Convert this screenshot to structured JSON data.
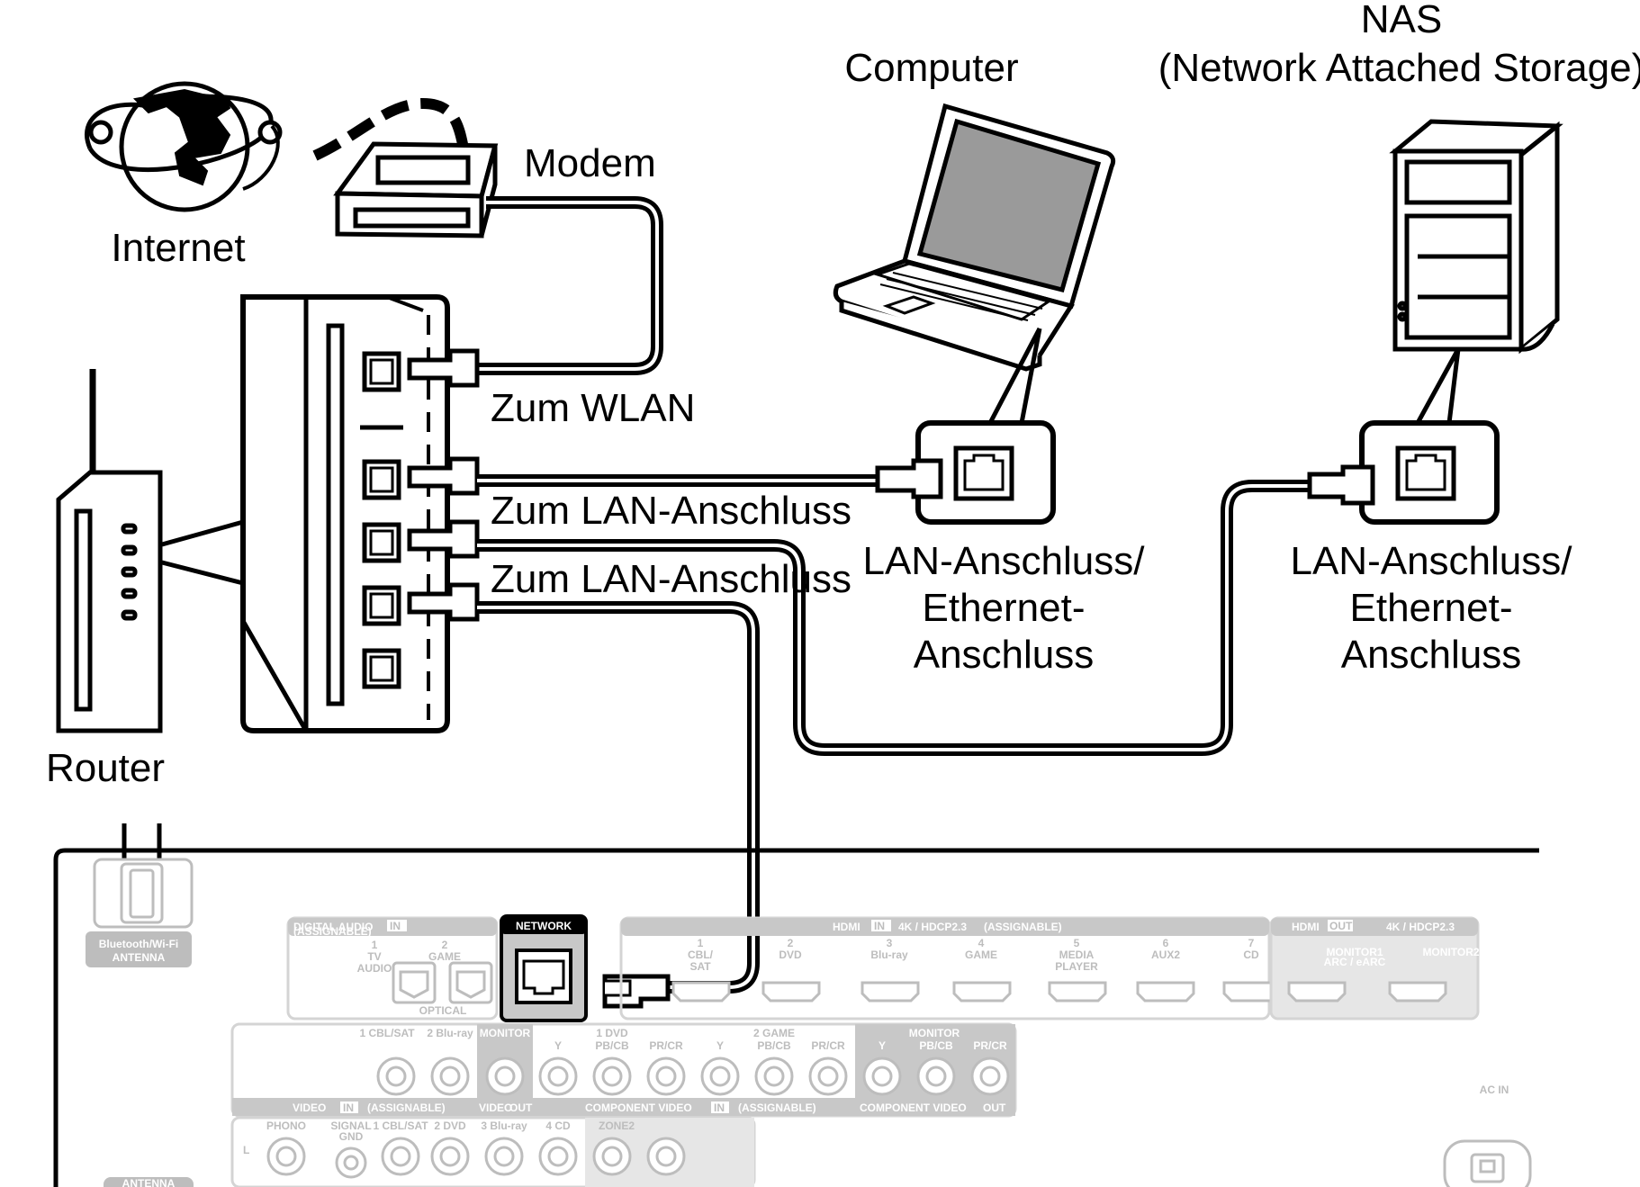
{
  "labels": {
    "nas_line1": "NAS",
    "nas_line2": "(Network Attached Storage)",
    "computer": "Computer",
    "modem": "Modem",
    "internet": "Internet",
    "router": "Router",
    "zum_wlan": "Zum WLAN",
    "zum_lan_1": "Zum LAN-Anschluss",
    "zum_lan_2": "Zum LAN-Anschluss",
    "computer_port": [
      "LAN-Anschluss/",
      "Ethernet-",
      "Anschluss"
    ],
    "nas_port": [
      "LAN-Anschluss/",
      "Ethernet-",
      "Anschluss"
    ]
  },
  "panel": {
    "antenna": [
      "Bluetooth/Wi-Fi",
      "ANTENNA"
    ],
    "digital_audio": [
      "DIGITAL AUDIO",
      "IN",
      "(ASSIGNABLE)"
    ],
    "optical_inputs": [
      [
        "1",
        "TV",
        "AUDIO"
      ],
      [
        "2",
        "GAME"
      ]
    ],
    "optical": "OPTICAL",
    "network": "NETWORK",
    "hdmi_header": [
      "HDMI",
      "IN",
      "4K / HDCP2.3",
      "(ASSIGNABLE)"
    ],
    "hdmi_inputs": [
      [
        "1",
        "CBL/",
        "SAT"
      ],
      [
        "2",
        "DVD"
      ],
      [
        "3",
        "Blu-ray"
      ],
      [
        "4",
        "GAME"
      ],
      [
        "5",
        "MEDIA",
        "PLAYER"
      ],
      [
        "6",
        "AUX2"
      ],
      [
        "7",
        "CD"
      ]
    ],
    "hdmi_out_header": [
      "HDMI",
      "OUT",
      "4K / HDCP2.3"
    ],
    "monitor1": [
      "MONITOR1",
      "ARC / eARC"
    ],
    "monitor2": "MONITOR2",
    "video_row": [
      "1 CBL/SAT",
      "2 Blu-ray",
      "MONITOR",
      "Y",
      "1 DVD",
      "PB/CB",
      "PR/CR",
      "Y",
      "2 GAME",
      "PB/CB",
      "PR/CR",
      "MONITOR",
      "Y",
      "PB/CB",
      "PR/CR"
    ],
    "video_in": [
      "VIDEO",
      "IN",
      "(ASSIGNABLE)"
    ],
    "video_out": [
      "VIDEO",
      "OUT"
    ],
    "component_in": [
      "COMPONENT VIDEO",
      "IN",
      "(ASSIGNABLE)"
    ],
    "component_out": [
      "COMPONENT VIDEO",
      "OUT"
    ],
    "audio_row": [
      "PHONO",
      "SIGNAL",
      "GND",
      "1 CBL/SAT",
      "2 DVD",
      "3 Blu-ray",
      "4 CD",
      "ZONE2"
    ],
    "l_mark": "L",
    "antenna_bottom": "ANTENNA",
    "ac_in": "AC IN"
  },
  "colors": {
    "line": "#000000",
    "panel": "#bdbdbd",
    "network_fill": "#c8c8c8"
  }
}
